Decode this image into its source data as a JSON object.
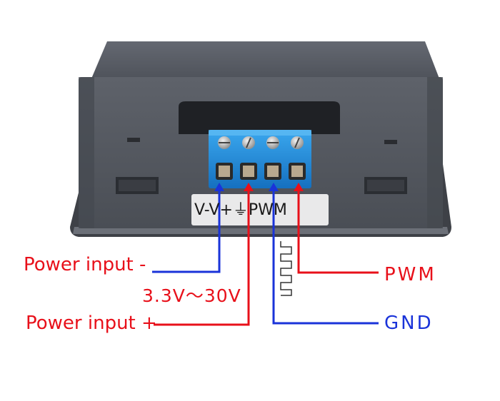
{
  "labels": {
    "power_negative": "Power input -",
    "power_positive": "Power input +",
    "voltage_range": "3.3V～30V",
    "pwm": "PWM",
    "gnd": "GND",
    "pin_marking": "V-V+⏚PWM"
  },
  "colors": {
    "red_wire": "#e8101a",
    "blue_wire": "#1a33d9",
    "housing": "#5a5e66",
    "terminal_block": "#1f8fd8",
    "background": "#ffffff"
  }
}
